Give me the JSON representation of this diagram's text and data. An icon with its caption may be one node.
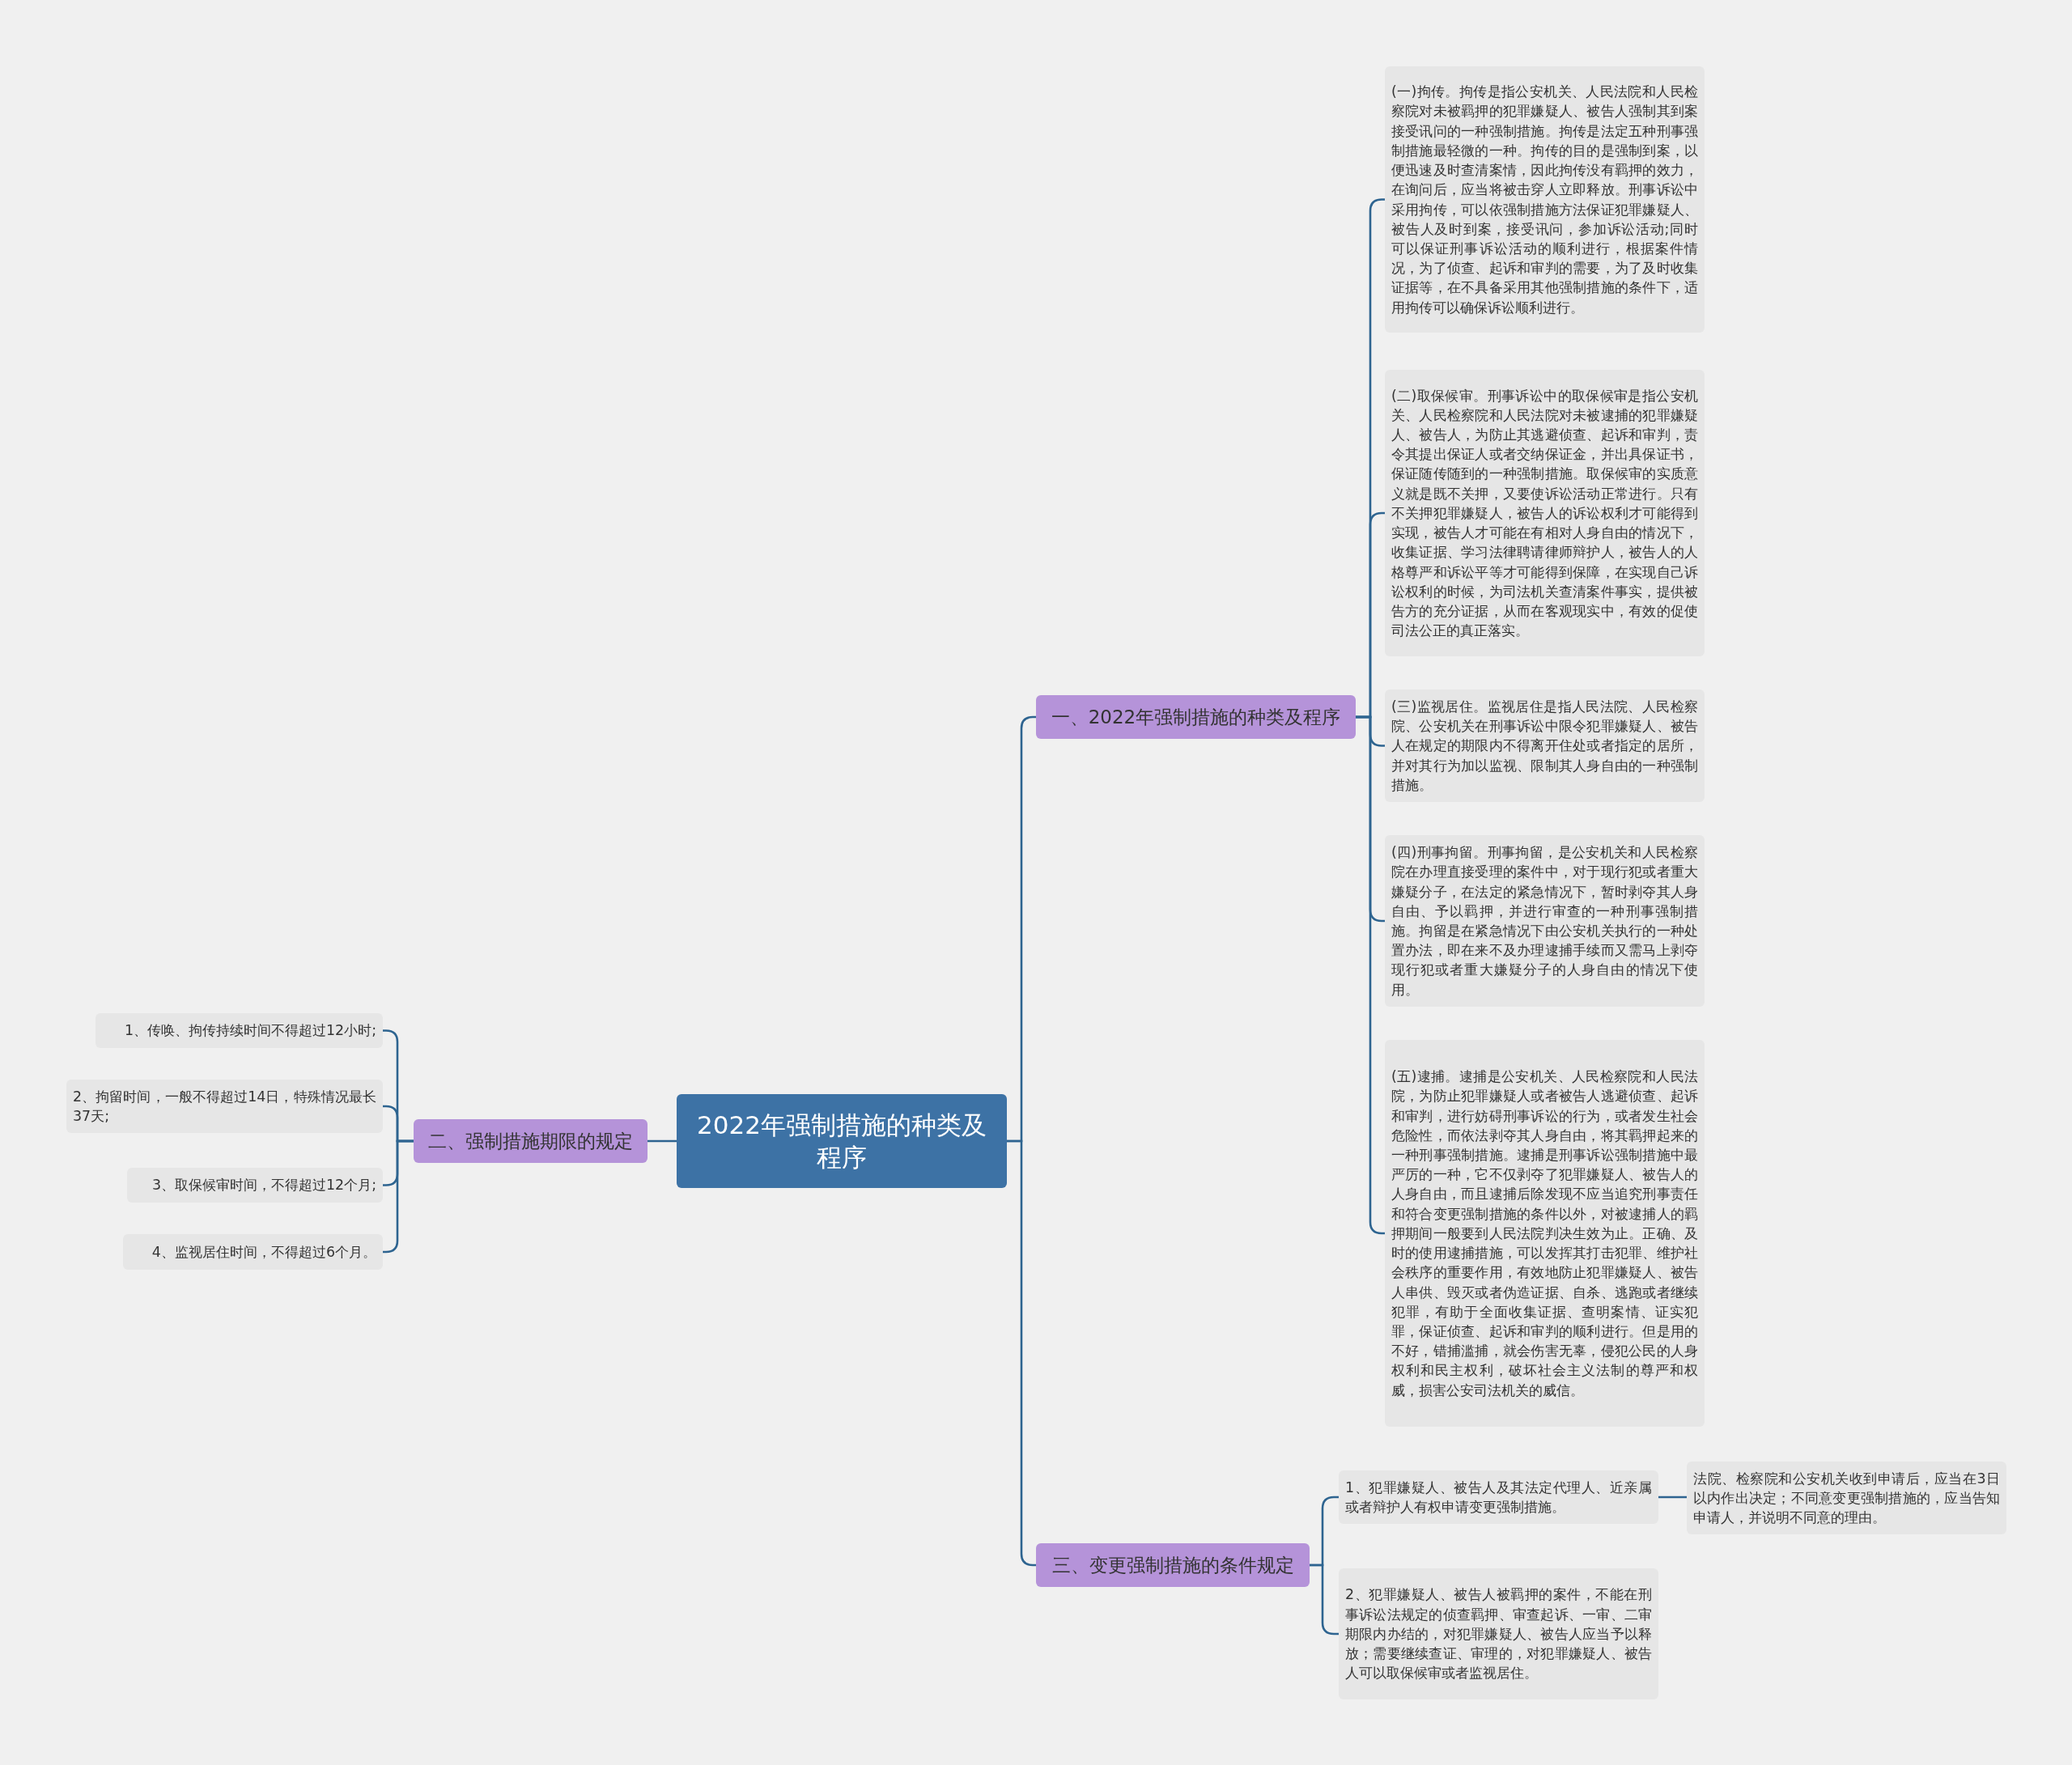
{
  "diagram": {
    "nodes": [
      {
        "text": [
          "2022年强制措施的种类及程序"
        ]
      },
      {
        "text": [
          "一、2022年强制措施的种类及程序"
        ]
      },
      {
        "text": [
          "(一)拘传。拘传是指公安机关、人民法院和人民检察院对未被羁押的犯罪嫌疑人、被告人强制其到案接受讯问的一种强制措施。拘传是法定五种刑事强制措施最轻微的一种。拘传的目的是强制到案，以便迅速及时查清案情，因此拘传没有羁押的效力，在询问后，应当将被击穿人立即释放。刑事诉讼中采用拘传，可以依强制措施方法保证犯罪嫌疑人、被告人及时到案，接受讯问，参加诉讼活动;同时可以保证刑事诉讼活动的顺利进行，根据案件情况，为了侦查、起诉和审判的需要，为了及时收集证据等，在不具备采用其他强制措施的条件下，适用拘传可以确保诉讼顺利进行。"
        ]
      },
      {
        "text": [
          "(二)取保候审。刑事诉讼中的取保候审是指公安机关、人民检察院和人民法院对未被逮捕的犯罪嫌疑人、被告人，为防止其逃避侦查、起诉和审判，责令其提出保证人或者交纳保证金，并出具保证书，保证随传随到的一种强制措施。取保候审的实质意义就是既不关押，又要使诉讼活动正常进行。只有不关押犯罪嫌疑人，被告人的诉讼权利才可能得到实现，被告人才可能在有相对人身自由的情况下，收集证据、学习法律聘请律师辩护人，被告人的人格尊严和诉讼平等才可能得到保障，在实现自己诉讼权利的时候，为司法机关查清案件事实，提供被告方的充分证据，从而在客观现实中，有效的促使司法公正的真正落实。"
        ]
      },
      {
        "text": [
          "(三)监视居住。监视居住是指人民法院、人民检察院、公安机关在刑事诉讼中限令犯罪嫌疑人、被告人在规定的期限内不得离开住处或者指定的居所，并对其行为加以监视、限制其人身自由的一种强制措施。"
        ]
      },
      {
        "text": [
          "(四)刑事拘留。刑事拘留，是公安机关和人民检察院在办理直接受理的案件中，对于现行犯或者重大嫌疑分子，在法定的紧急情况下，暂时剥夺其人身自由、予以羁押，并进行审查的一种刑事强制措施。拘留是在紧急情况下由公安机关执行的一种处置办法，即在来不及办理逮捕手续而又需马上剥夺现行犯或者重大嫌疑分子的人身自由的情况下使用。"
        ]
      },
      {
        "text": [
          "(五)逮捕。逮捕是公安机关、人民检察院和人民法院，为防止犯罪嫌疑人或者被告人逃避侦查、起诉和审判，进行妨碍刑事诉讼的行为，或者发生社会危险性，而依法剥夺其人身自由，将其羁押起来的一种刑事强制措施。逮捕是刑事诉讼强制措施中最严厉的一种，它不仅剥夺了犯罪嫌疑人、被告人的人身自由，而且逮捕后除发现不应当追究刑事责任和符合变更强制措施的条件以外，对被逮捕人的羁押期间一般要到人民法院判决生效为止。正确、及时的使用逮捕措施，可以发挥其打击犯罪、维护社会秩序的重要作用，有效地防止犯罪嫌疑人、被告人串供、毁灭或者伪造证据、自杀、逃跑或者继续犯罪，有助于全面收集证据、查明案情、证实犯罪，保证侦查、起诉和审判的顺利进行。但是用的不好，错捕滥捕，就会伤害无辜，侵犯公民的人身权利和民主权利，破坏社会主义法制的尊严和权威，损害公安司法机关的威信。"
        ]
      },
      {
        "text": [
          "二、强制措施期限的规定"
        ]
      },
      {
        "text": [
          "1、传唤、拘传持续时间不得超过12小时;"
        ]
      },
      {
        "text": [
          "2、拘留时间，一般不得超过14日，特殊情况最长37天;"
        ]
      },
      {
        "text": [
          "3、取保候审时间，不得超过12个月;"
        ]
      },
      {
        "text": [
          "4、监视居住时间，不得超过6个月。"
        ]
      },
      {
        "text": [
          "三、变更强制措施的条件规定"
        ]
      },
      {
        "text": [
          "1、犯罪嫌疑人、被告人及其法定代理人、近亲属或者辩护人有权申请变更强制措施。"
        ]
      },
      {
        "text": [
          "法院、检察院和公安机关收到申请后，应当在3日以内作出决定；不同意变更强制措施的，应当告知申请人，并说明不同意的理由。"
        ]
      },
      {
        "text": [
          "2、犯罪嫌疑人、被告人被羁押的案件，不能在刑事诉讼法规定的侦查羁押、审查起诉、一审、二审期限内办结的，对犯罪嫌疑人、被告人应当予以释放；需要继续查证、审理的，对犯罪嫌疑人、被告人可以取保候审或者监视居住。"
        ]
      }
    ],
    "edges": [
      {
        "from": 0,
        "to": 1,
        "arrow": "none"
      },
      {
        "from": 1,
        "to": 2,
        "arrow": "none"
      },
      {
        "from": 1,
        "to": 3,
        "arrow": "none"
      },
      {
        "from": 1,
        "to": 4,
        "arrow": "none"
      },
      {
        "from": 1,
        "to": 5,
        "arrow": "none"
      },
      {
        "from": 1,
        "to": 6,
        "arrow": "none"
      },
      {
        "from": 0,
        "to": 7,
        "arrow": "none"
      },
      {
        "from": 7,
        "to": 8,
        "arrow": "none"
      },
      {
        "from": 7,
        "to": 9,
        "arrow": "none"
      },
      {
        "from": 7,
        "to": 10,
        "arrow": "none"
      },
      {
        "from": 7,
        "to": 11,
        "arrow": "none"
      },
      {
        "from": 0,
        "to": 12,
        "arrow": "none"
      },
      {
        "from": 12,
        "to": 13,
        "arrow": "none"
      },
      {
        "from": 13,
        "to": 14,
        "arrow": "none"
      },
      {
        "from": 12,
        "to": 15,
        "arrow": "none"
      }
    ]
  }
}
